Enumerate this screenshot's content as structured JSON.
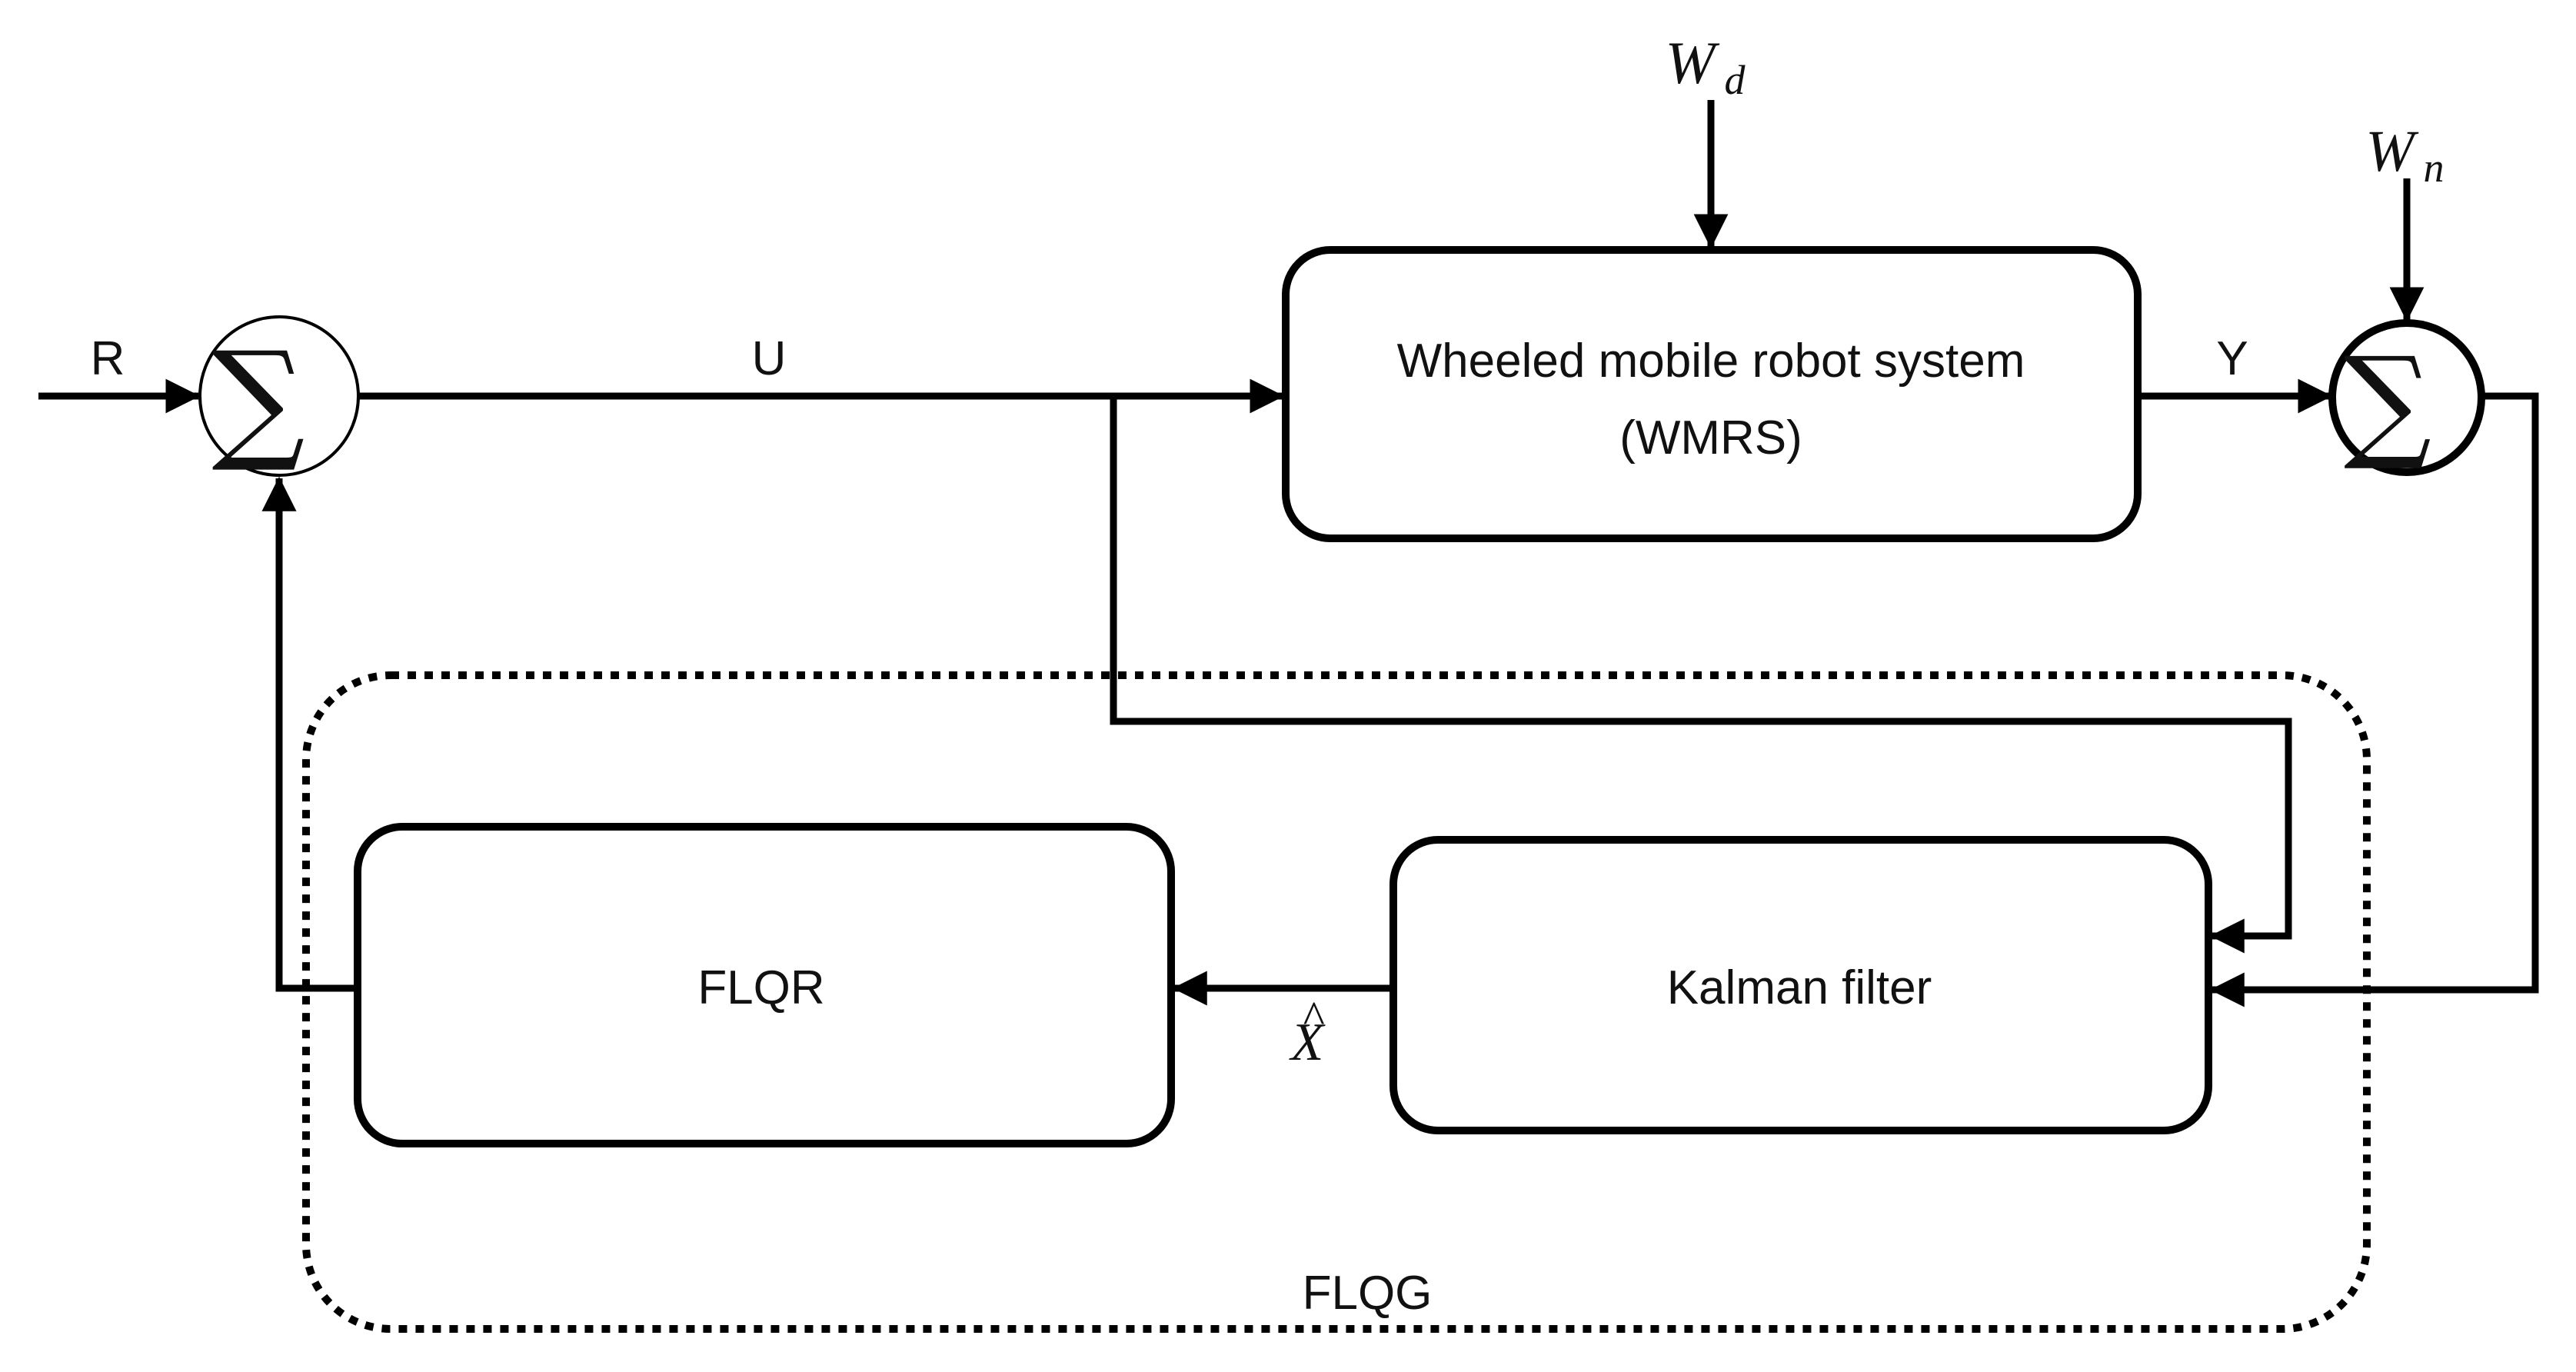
{
  "diagram": {
    "blocks": {
      "wmrs": {
        "line1": "Wheeled mobile robot system",
        "line2": "(WMRS)"
      },
      "kalman": {
        "label": "Kalman filter"
      },
      "flqr": {
        "label": "FLQR"
      }
    },
    "group": {
      "label": "FLQG"
    },
    "summing_junction_symbol": "∑",
    "signals": {
      "reference": "R",
      "control": "U",
      "output": "Y",
      "estimate_base": "X",
      "estimate_hat": "^",
      "disturbance_base": "W",
      "disturbance_sub": "d",
      "noise_base": "W",
      "noise_sub": "n"
    }
  }
}
